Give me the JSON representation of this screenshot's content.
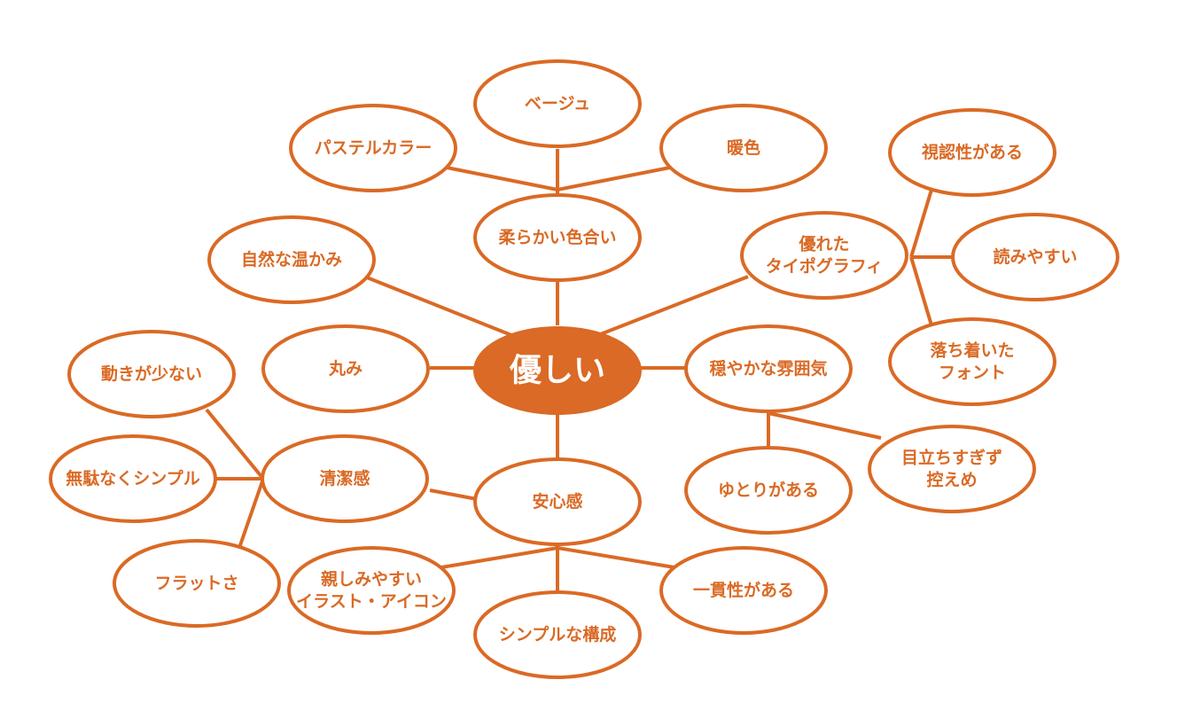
{
  "colors": {
    "accent": "#DA6A25",
    "center_fill": "#DA6A25",
    "node_fill": "#ffffff",
    "center_text": "#ffffff"
  },
  "nodes": {
    "center": {
      "lines": [
        "優しい"
      ]
    },
    "yawarakai": {
      "lines": [
        "柔らかい色合い"
      ]
    },
    "beige": {
      "lines": [
        "ベージュ"
      ]
    },
    "pastel": {
      "lines": [
        "パステルカラー"
      ]
    },
    "danshoku": {
      "lines": [
        "暖色"
      ]
    },
    "shizen": {
      "lines": [
        "自然な温かみ"
      ]
    },
    "typo": {
      "lines": [
        "優れた",
        "タイポグラフィ"
      ]
    },
    "shinin": {
      "lines": [
        "視認性がある"
      ]
    },
    "yomi": {
      "lines": [
        "読みやすい"
      ]
    },
    "ochitsuki": {
      "lines": [
        "落ち着いた",
        "フォント"
      ]
    },
    "marumi": {
      "lines": [
        "丸み"
      ]
    },
    "odayaka": {
      "lines": [
        "穏やかな雰囲気"
      ]
    },
    "medachi": {
      "lines": [
        "目立ちすぎず",
        "控えめ"
      ]
    },
    "yutori": {
      "lines": [
        "ゆとりがある"
      ]
    },
    "ugoki": {
      "lines": [
        "動きが少ない"
      ]
    },
    "seiketsu": {
      "lines": [
        "清潔感"
      ]
    },
    "mudanaku": {
      "lines": [
        "無駄なくシンプル"
      ]
    },
    "flat": {
      "lines": [
        "フラットさ"
      ]
    },
    "anshin": {
      "lines": [
        "安心感"
      ]
    },
    "shitashimi": {
      "lines": [
        "親しみやすい",
        "イラスト・アイコン"
      ]
    },
    "simple_kosei": {
      "lines": [
        "シンプルな構成"
      ]
    },
    "ikkan": {
      "lines": [
        "一貫性がある"
      ]
    }
  }
}
